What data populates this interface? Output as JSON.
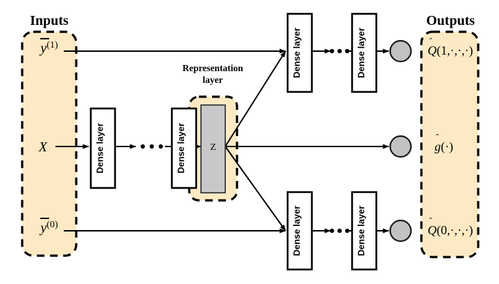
{
  "figure": {
    "kind": "neural-network-architecture-diagram",
    "background_color": "#ffffff"
  },
  "colors": {
    "group_fill": "#fdeac4",
    "group_stroke": "#000000",
    "dense_fill": "#ffffff",
    "dense_stroke": "#000000",
    "representation_fill": "#c8c8c8",
    "node_fill": "#c2c2c2",
    "node_stroke": "#1a1a1a",
    "line": "#000000"
  },
  "titles": {
    "inputs": "Inputs",
    "outputs": "Outputs",
    "representation_line1": "Representation",
    "representation_line2": "layer"
  },
  "inputs": [
    {
      "id": "ybar1",
      "base": "y",
      "overbar": true,
      "superscript": "(1)",
      "label": "y̅(1)"
    },
    {
      "id": "x",
      "base": "X",
      "overbar": false,
      "superscript": "",
      "label": "X"
    },
    {
      "id": "ybar0",
      "base": "y",
      "overbar": true,
      "superscript": "(0)",
      "label": "y̅(0)"
    }
  ],
  "outputs": [
    {
      "id": "q1",
      "hat_symbol": "Q",
      "args": "(1,·,·,·)",
      "label": "Q̂(1,·,·,·)"
    },
    {
      "id": "g",
      "hat_symbol": "g",
      "args": "(·)",
      "label": "ĝ(·)"
    },
    {
      "id": "q0",
      "hat_symbol": "Q",
      "args": "(0,·,·,·)",
      "label": "Q̂(0,·,·,·)"
    }
  ],
  "dense_layers": {
    "label": "Dense layer",
    "branches": [
      {
        "branch": "top",
        "count": 2,
        "ellipsis": "• • •"
      },
      {
        "branch": "middle",
        "count": 2,
        "ellipsis": "• • •"
      },
      {
        "branch": "bottom",
        "count": 2,
        "ellipsis": "• • •"
      }
    ]
  },
  "representation_layer": {
    "node_label": "Z",
    "title_line1": "Representation",
    "title_line2": "layer"
  },
  "connections": [
    {
      "from": "ybar1",
      "to": "top-dense-1"
    },
    {
      "from": "x",
      "to": "middle-dense-1"
    },
    {
      "from": "middle-dense-1",
      "to": "middle-dense-2"
    },
    {
      "from": "middle-dense-2",
      "to": "Z"
    },
    {
      "from": "Z",
      "to": "top-dense-1"
    },
    {
      "from": "Z",
      "to": "g-node"
    },
    {
      "from": "Z",
      "to": "bottom-dense-1"
    },
    {
      "from": "ybar0",
      "to": "bottom-dense-1"
    },
    {
      "from": "top-dense-1",
      "to": "top-dense-2"
    },
    {
      "from": "top-dense-2",
      "to": "q1-node"
    },
    {
      "from": "bottom-dense-1",
      "to": "bottom-dense-2"
    },
    {
      "from": "bottom-dense-2",
      "to": "q0-node"
    }
  ]
}
